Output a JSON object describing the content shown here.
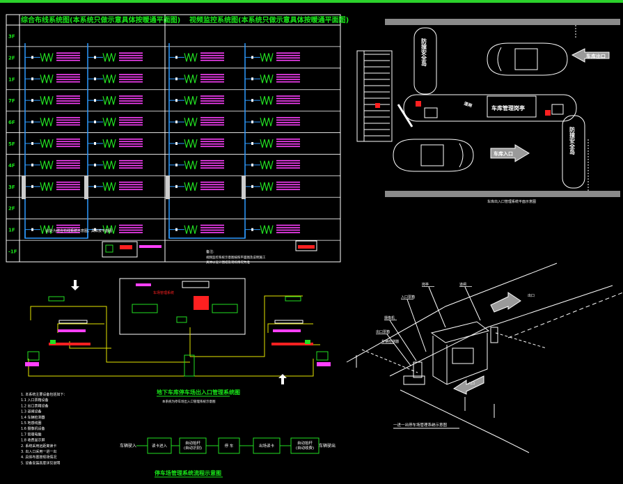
{
  "riser_diagrams": {
    "left_title": "综合布线系统图(本系统只做示意具体按暖通平面图)",
    "right_title": "视频监控系统图(本系统只做示意具体按暖通平面图)",
    "floors": [
      "3F",
      "2F",
      "1F",
      "7F",
      "6F",
      "5F",
      "4F",
      "3F",
      "2F",
      "1F",
      "-1F"
    ],
    "left_note": "此处为综合布线系统示意图，具体按平面图",
    "right_note_title": "备注:",
    "right_note_lines": [
      "视频监控系统示意图按照平面图及说明施工",
      "具体以设计图纸及现场情况为准"
    ]
  },
  "parking_plan": {
    "exit_label": "车库出口",
    "entrance_label": "车库入口",
    "booth_label": "车库管理岗亭",
    "left_island_label": "防撞安全岛",
    "right_island_label": "防撞安全岛",
    "small_label": "道闸",
    "caption": "车库出入口管理系统平面示意图"
  },
  "system_diagram": {
    "panel_title": "车场管理系统",
    "title": "地下车库停车场出入口管理系统图",
    "subtitle": "本系统为停车场出入口管理系统示意图"
  },
  "notes": {
    "lines": [
      "1. 本系统主要设备包括如下：",
      "1.1 入口票箱设备",
      "1.2 出口票箱设备",
      "1.3 道闸设备",
      "1.4 车辆检测器",
      "1.5 地感线圈",
      "1.6 摄像机设备",
      "1.7 管理电脑",
      "1.8 收费显示屏",
      "2. 系统采用远距离读卡",
      "3. 出入口采用一进一出",
      "4. 具体布置按现场情况",
      "5. 设备安装高度详见说明"
    ]
  },
  "flow": {
    "start": "车辆驶入",
    "steps": [
      "读卡进入",
      "自动抬杆\n(自动识别)",
      "停 车",
      "出场读卡",
      "自动抬杆\n(自动收费)"
    ],
    "end": "车辆驶出",
    "title": "停车场管理系统流程示意图"
  },
  "perspective": {
    "labels": [
      "岗亭",
      "道闸",
      "入口票箱",
      "摄像机",
      "出口票箱",
      "车辆检测器",
      "出口",
      "入口"
    ],
    "caption": "一进一出停车场管理系统示意图"
  },
  "colors": {
    "background": "#000000",
    "line": "#ffffff",
    "title_green": "#19e619",
    "riser_blue": "#2e9bff",
    "device_green": "#22e022",
    "tag_magenta": "#ff40ff",
    "alarm_red": "#ff2020",
    "wire_yellow": "#e6e600",
    "road_gray": "#8a8a8a"
  }
}
